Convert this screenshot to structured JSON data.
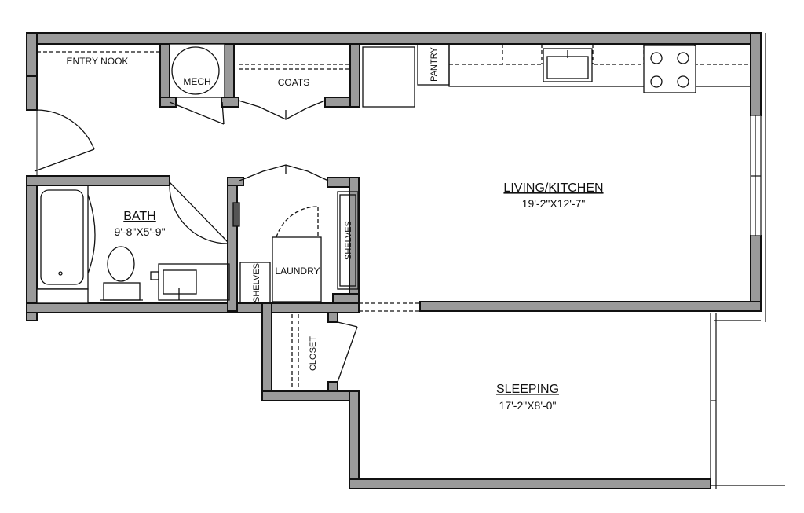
{
  "rooms": {
    "entry": {
      "name": "ENTRY NOOK"
    },
    "mech": {
      "name": "MECH"
    },
    "coats": {
      "name": "COATS"
    },
    "pantry": {
      "name": "PANTRY"
    },
    "living": {
      "name": "LIVING/KITCHEN",
      "dims": "19'-2\"X12'-7\""
    },
    "bath": {
      "name": "BATH",
      "dims": "9'-8\"X5'-9\""
    },
    "laundry": {
      "name": "LAUNDRY"
    },
    "shelves_left": {
      "name": "SHELVES"
    },
    "shelves_right": {
      "name": "SHELVES"
    },
    "closet": {
      "name": "CLOSET"
    },
    "sleeping": {
      "name": "SLEEPING",
      "dims": "17'-2\"X8'-0\""
    }
  },
  "colors": {
    "wall_fill": "#9a9a9a",
    "wall_stroke": "#111111",
    "line": "#111111"
  }
}
